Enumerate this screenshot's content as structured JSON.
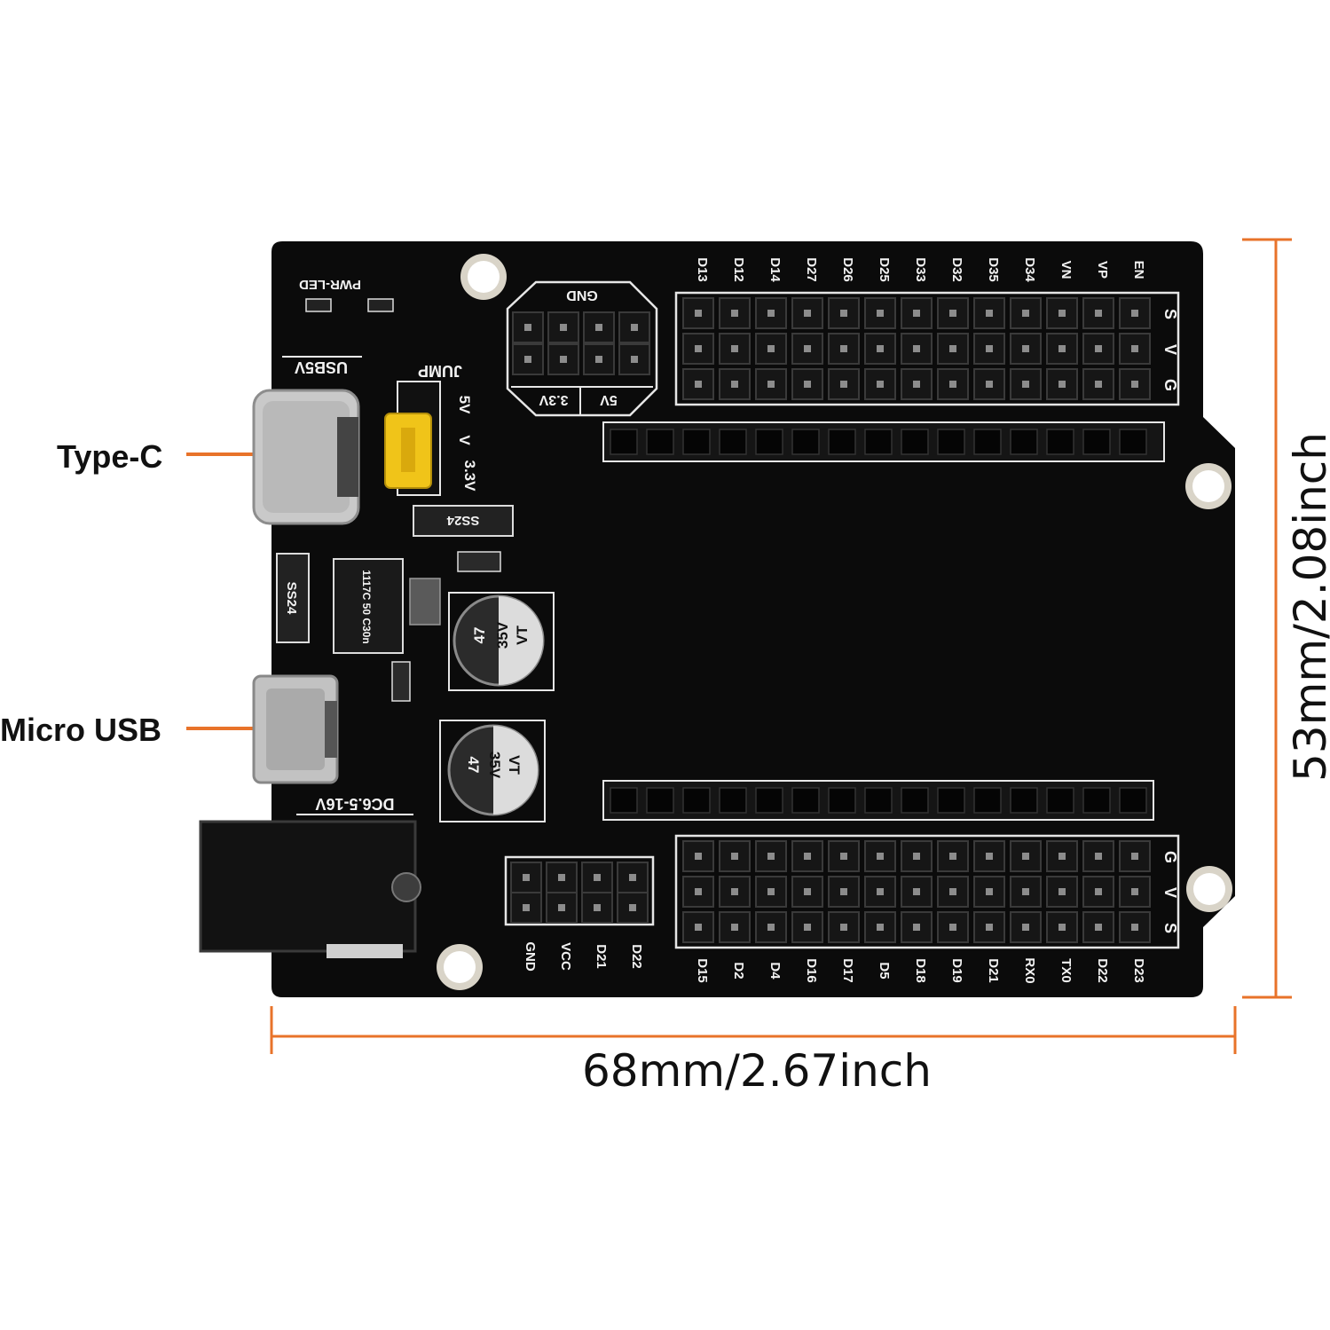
{
  "callouts": {
    "typec": "Type-C",
    "microusb": "Micro USB"
  },
  "dimensions": {
    "width": "68mm/2.67inch",
    "height": "53mm/2.08inch"
  },
  "colors": {
    "accent": "#e8732a",
    "board": "#0b0b0b",
    "silkscreen": "#f2f2f2",
    "jumper": "#f0c419"
  },
  "board": {
    "pwr_led": "PWR-LED",
    "usb5v": "USB5V",
    "jump": "JUMP",
    "jump_5v": "5V",
    "jump_v": "V",
    "jump_33": "3.3V",
    "diode": "SS24",
    "regulator": "1117C 50 C30n",
    "cap_value": "47",
    "cap_voltage": "35V",
    "cap_series": "VT",
    "dc_jack": "DC6.5-16V",
    "gnd_block": "GND",
    "pwr_33": "3.3V",
    "pwr_5v": "5V",
    "top_pins": [
      "D13",
      "D12",
      "D14",
      "D27",
      "D26",
      "D25",
      "D33",
      "D32",
      "D35",
      "D34",
      "VN",
      "VP",
      "EN"
    ],
    "bottom_pins": [
      "D15",
      "D2",
      "D4",
      "D16",
      "D17",
      "D5",
      "D18",
      "D19",
      "D21",
      "RX0",
      "TX0",
      "D22",
      "D23"
    ],
    "bottom_aux_pins": [
      "GND",
      "VCC",
      "D21",
      "D22"
    ],
    "row_labels_top": [
      "S",
      "V",
      "G"
    ],
    "row_labels_bottom": [
      "G",
      "V",
      "S"
    ]
  }
}
